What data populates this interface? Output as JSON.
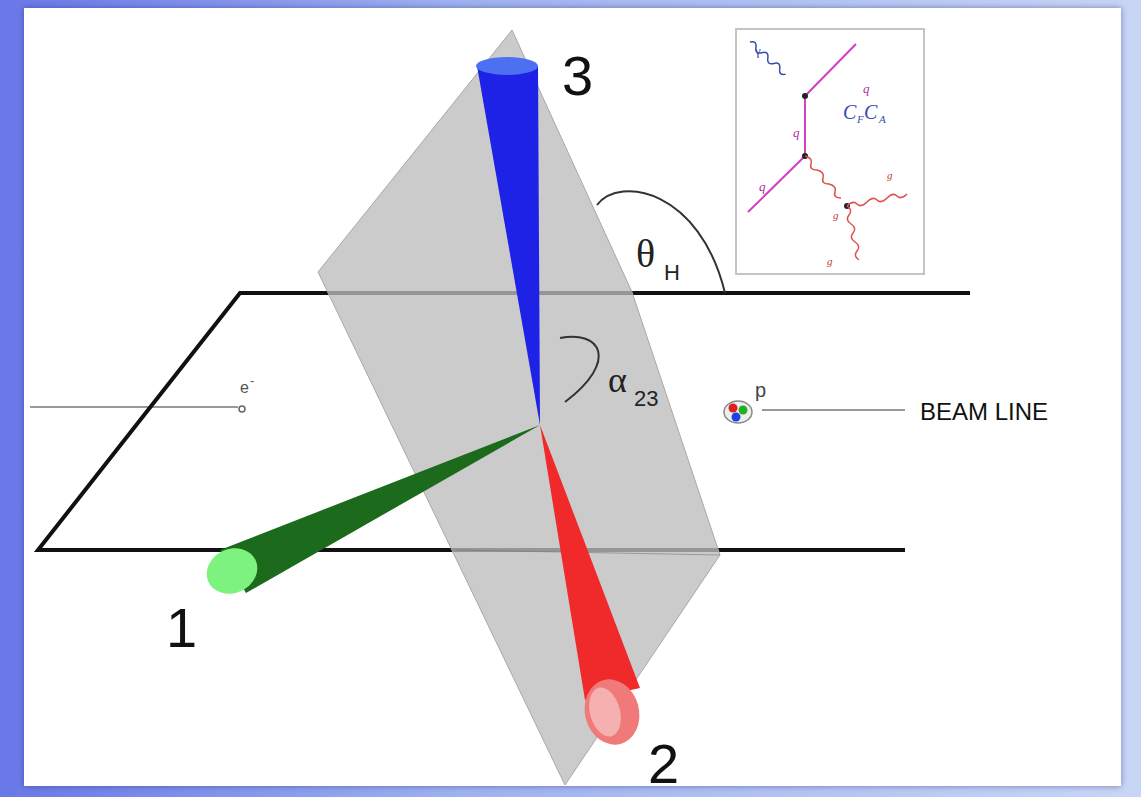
{
  "diagram": {
    "nodes": [
      {
        "text": [
          "γ",
          "q",
          "q",
          "q",
          "C",
          "F",
          "C",
          "A",
          "g",
          "g",
          "g"
        ]
      }
    ],
    "labels": [
      "3",
      "θ",
      "H",
      "α",
      "23",
      "e",
      "-",
      "p",
      "BEAM LINE",
      "1",
      "2"
    ]
  }
}
